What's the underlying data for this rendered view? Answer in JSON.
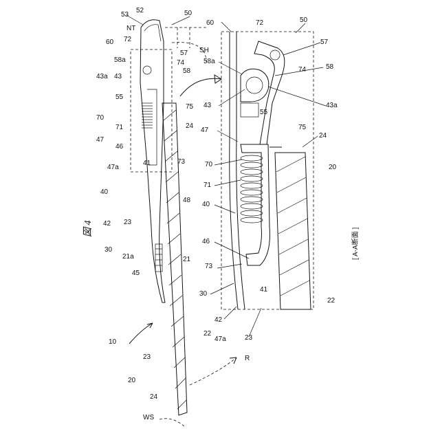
{
  "figure": {
    "title": "図 4",
    "section_caption": "[ A-A断面 ]"
  },
  "left_view": {
    "labels": [
      "53",
      "52",
      "50",
      "NT",
      "60",
      "72",
      "58a",
      "74",
      "43a",
      "43",
      "57",
      "SH",
      "58",
      "55",
      "75",
      "70",
      "71",
      "24",
      "47",
      "46",
      "73",
      "41",
      "47a",
      "40",
      "48",
      "42",
      "23",
      "30",
      "21a",
      "21",
      "45",
      "10",
      "22",
      "23",
      "20",
      "24",
      "WS"
    ]
  },
  "right_view": {
    "labels": [
      "72",
      "50",
      "60",
      "57",
      "58a",
      "74",
      "58",
      "43",
      "43a",
      "55",
      "75",
      "24",
      "47",
      "70",
      "71",
      "20",
      "40",
      "46",
      "73",
      "30",
      "41",
      "42",
      "47a",
      "23",
      "22",
      "R"
    ]
  }
}
